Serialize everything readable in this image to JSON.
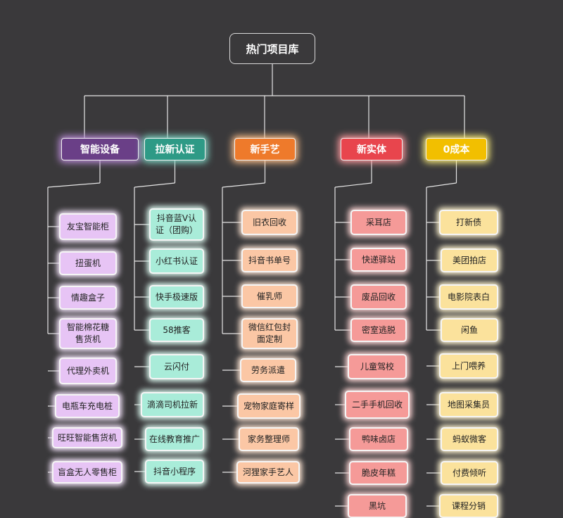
{
  "root": {
    "label": "热门项目库"
  },
  "colors": {
    "background": "#3a393b",
    "connector": "#e6e6e6"
  },
  "categories": [
    {
      "label": "智能设备",
      "color": "#6a3f87",
      "glow": "#b98ad6",
      "leaf_color": "#e7c4f5",
      "leaf_glow": "#f4e4fb",
      "items": [
        "友宝智能柜",
        "扭蛋机",
        "情趣盒子",
        "智能棉花糖售货机",
        "代理外卖机",
        "电瓶车充电桩",
        "旺旺智能售货机",
        "盲盒无人零售柜"
      ]
    },
    {
      "label": "拉新认证",
      "color": "#2e9a86",
      "glow": "#7fd6c5",
      "leaf_color": "#a9ecd9",
      "leaf_glow": "#d9f7ee",
      "items": [
        "抖音蓝V认证（团购）",
        "小红书认证",
        "快手极速版",
        "58推客",
        "云闪付",
        "滴滴司机拉新",
        "在线教育推广",
        "抖音小程序"
      ]
    },
    {
      "label": "新手艺",
      "color": "#ee7a2b",
      "glow": "#ffc08a",
      "leaf_color": "#fbc7a5",
      "leaf_glow": "#fde4d2",
      "items": [
        "旧衣回收",
        "抖音书单号",
        "催乳师",
        "微信红包封面定制",
        "劳务派遣",
        "宠物家庭寄样",
        "家务整理师",
        "河狸家手艺人"
      ]
    },
    {
      "label": "新实体",
      "color": "#e8454d",
      "glow": "#ff9a9e",
      "leaf_color": "#f59a98",
      "leaf_glow": "#fcd3d2",
      "items": [
        "采耳店",
        "快递驿站",
        "废品回收",
        "密室逃脱",
        "儿童驾校",
        "二手手机回收",
        "鸭味卤店",
        "脆皮年糕",
        "黑坑"
      ]
    },
    {
      "label": "0成本",
      "color": "#f2bf00",
      "glow": "#fff07a",
      "leaf_color": "#fbe29c",
      "leaf_glow": "#fff4cf",
      "items": [
        "打新债",
        "美团拍店",
        "电影院表白",
        "闲鱼",
        "上门喂养",
        "地图采集员",
        "蚂蚁微客",
        "付费倾听",
        "课程分销"
      ]
    }
  ]
}
